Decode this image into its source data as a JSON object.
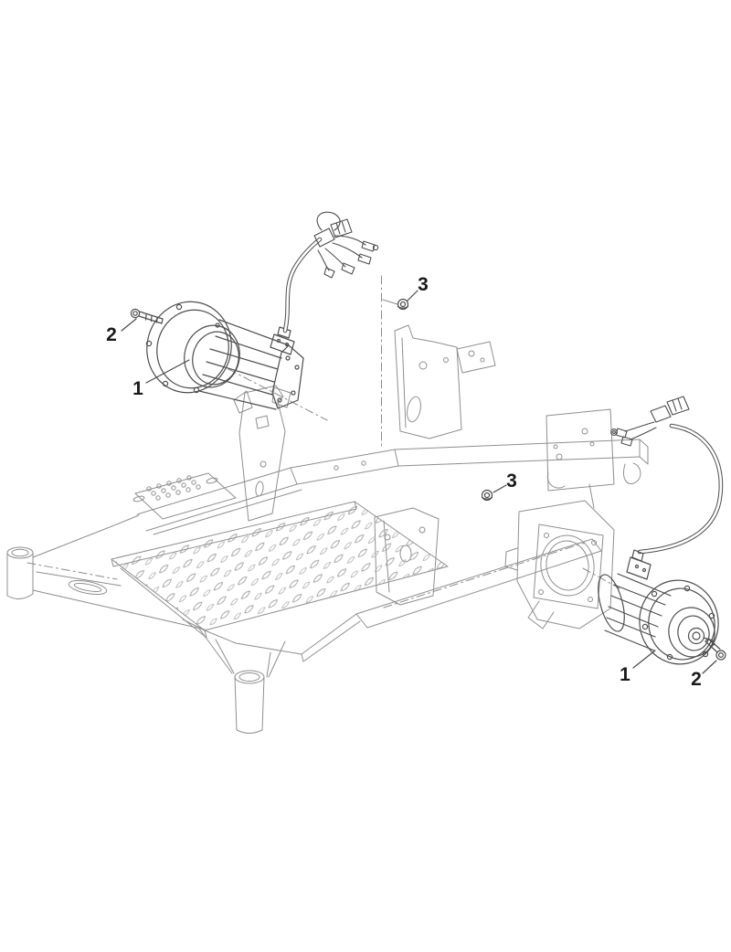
{
  "figure": {
    "background_color": "#ffffff",
    "frame_line_color": "#8f8f8f",
    "part_line_color": "#4e4e4e",
    "label_color": "#1a1a1a"
  },
  "callouts": [
    {
      "part": "flange-bolt-left",
      "label": "2"
    },
    {
      "part": "drive-motor-left",
      "label": "1"
    },
    {
      "part": "flange-nut-upper",
      "label": "3"
    },
    {
      "part": "flange-nut-center",
      "label": "3"
    },
    {
      "part": "drive-motor-right",
      "label": "1"
    },
    {
      "part": "flange-bolt-right",
      "label": "2"
    }
  ]
}
